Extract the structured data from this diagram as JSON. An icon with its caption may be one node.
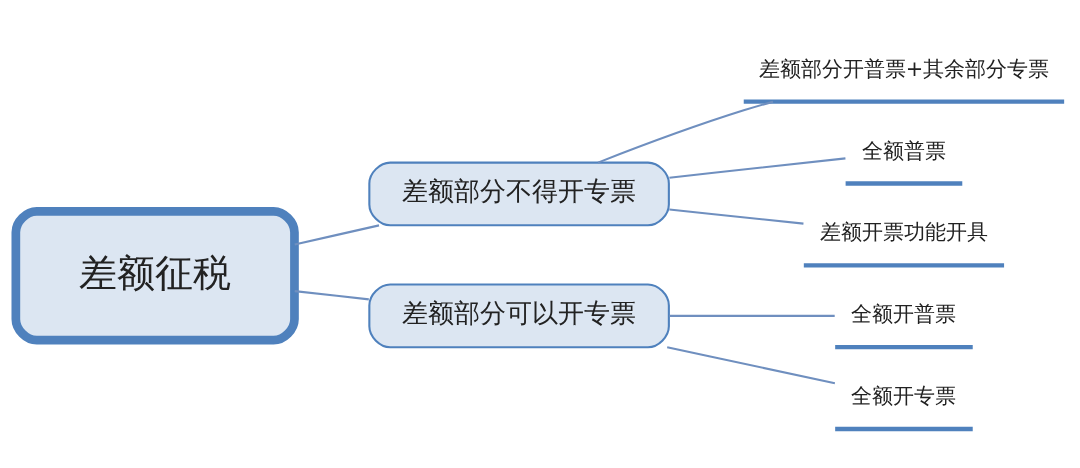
{
  "diagram": {
    "nodes": [
      {
        "text": [
          "差额征税"
        ]
      },
      {
        "text": [
          "差额部分不得开专票"
        ]
      },
      {
        "text": [
          "差额部分可以开专票"
        ]
      },
      {
        "text": [
          "差额部分开普票+其余部分专票"
        ]
      },
      {
        "text": [
          "全额普票"
        ]
      },
      {
        "text": [
          "差额开票功能开具"
        ]
      },
      {
        "text": [
          "全额开普票"
        ]
      },
      {
        "text": [
          "全额开专票"
        ]
      }
    ],
    "edges": [
      {
        "from": 0,
        "to": 1,
        "arrow": "none"
      },
      {
        "from": 0,
        "to": 2,
        "arrow": "none"
      },
      {
        "from": 1,
        "to": 3,
        "arrow": "none"
      },
      {
        "from": 1,
        "to": 4,
        "arrow": "none"
      },
      {
        "from": 1,
        "to": 5,
        "arrow": "none"
      },
      {
        "from": 2,
        "to": 6,
        "arrow": "none"
      },
      {
        "from": 2,
        "to": 7,
        "arrow": "none"
      }
    ]
  }
}
